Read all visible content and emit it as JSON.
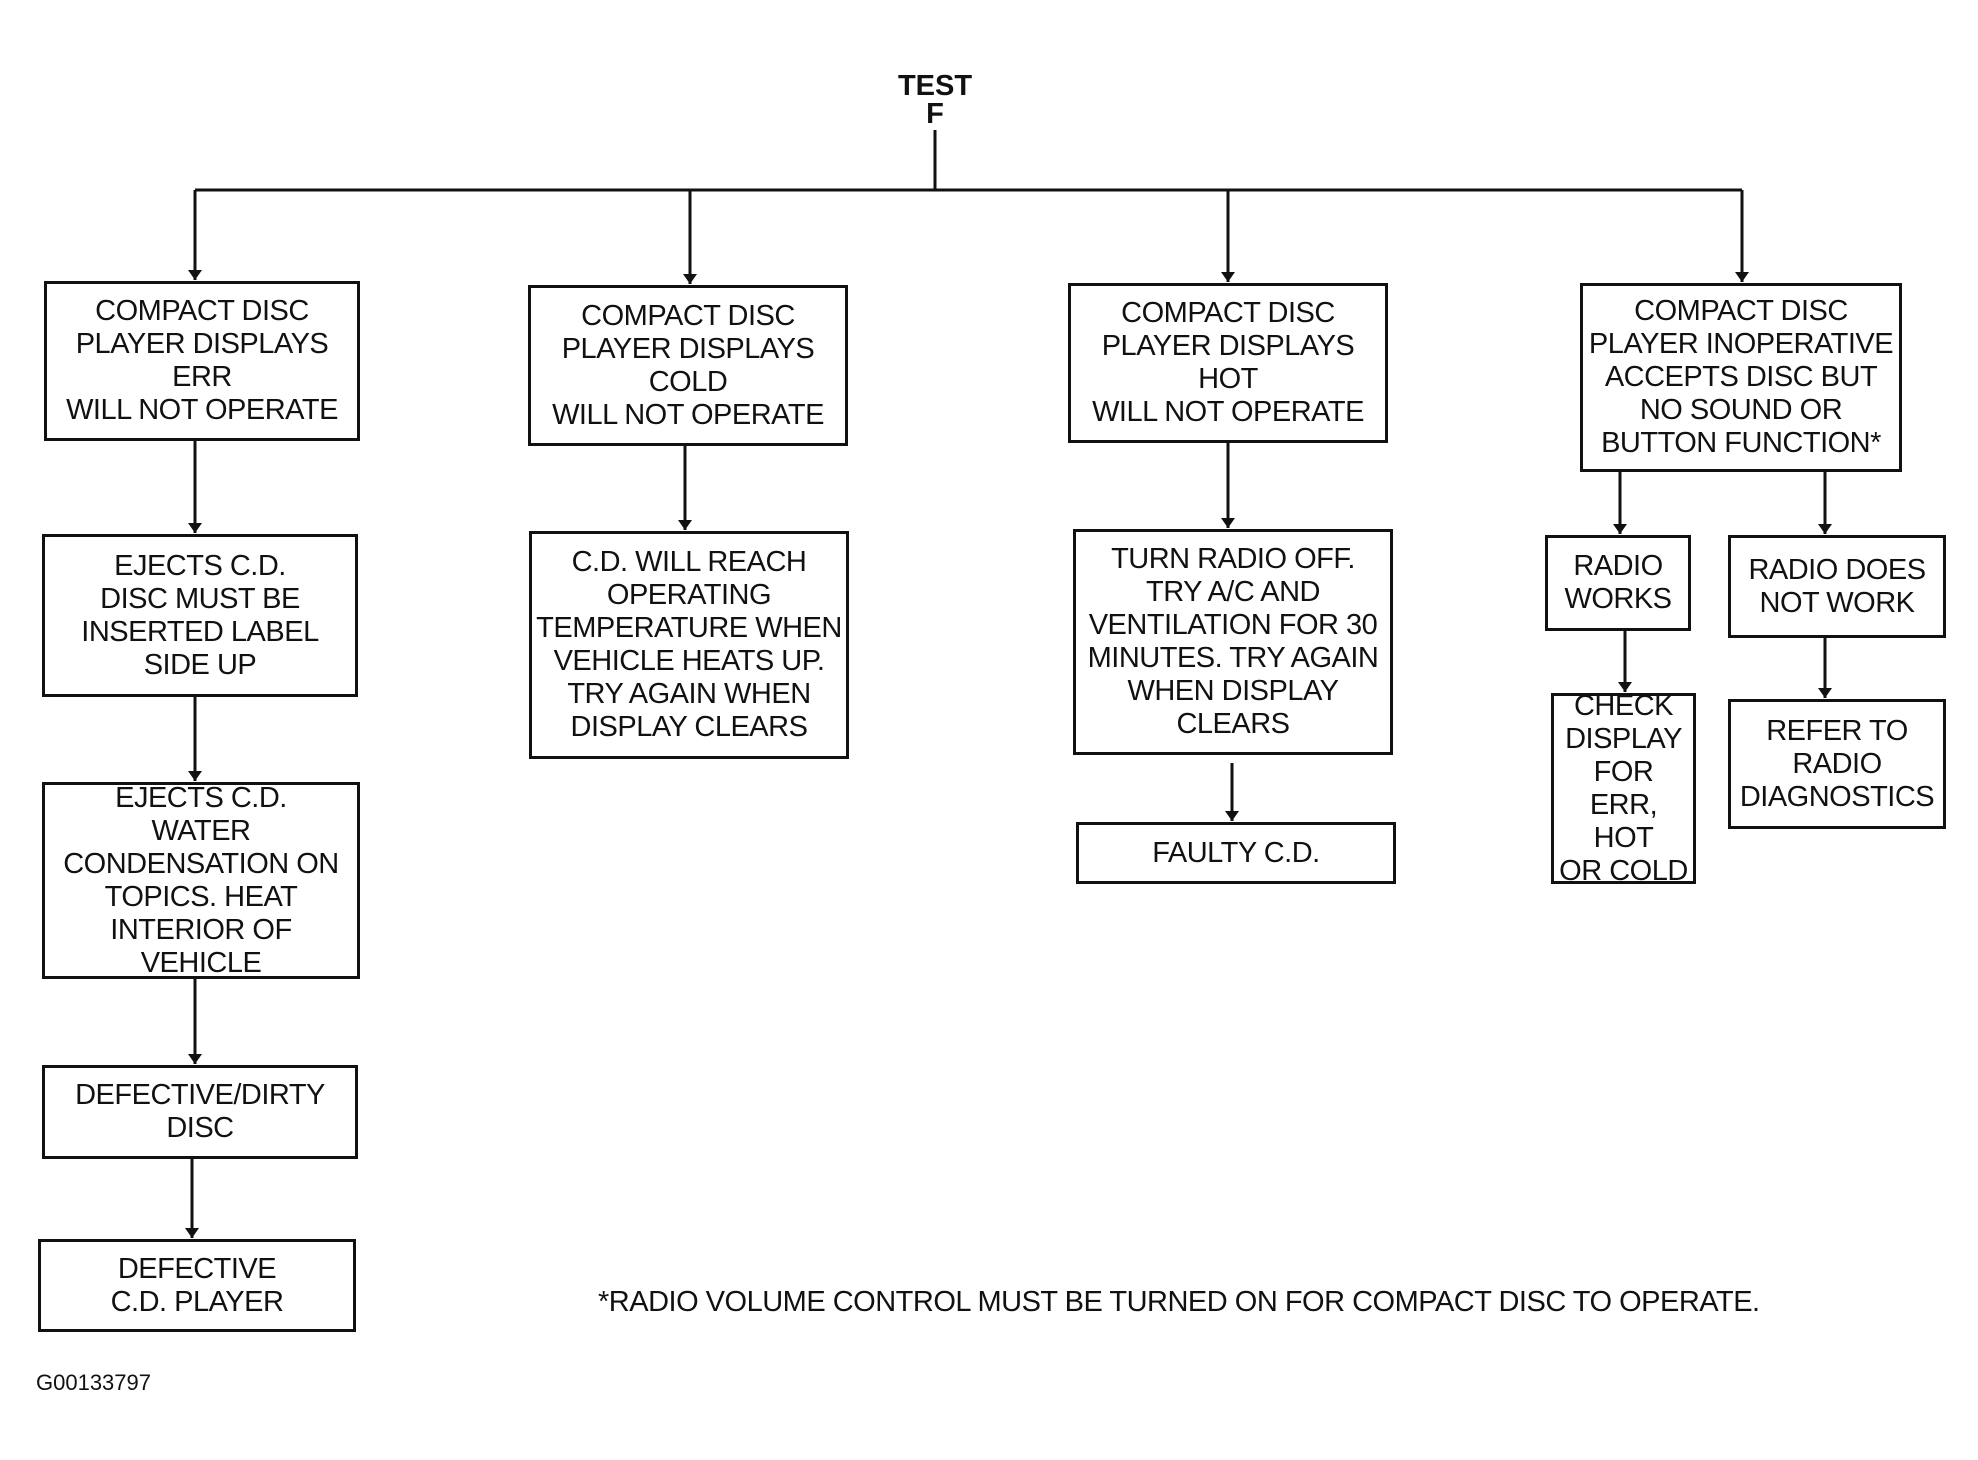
{
  "diagram": {
    "title": "TEST\nF",
    "nodes": {
      "c1_top": "COMPACT DISC\nPLAYER DISPLAYS\nERR\nWILL NOT OPERATE",
      "c1_n2": "EJECTS C.D.\nDISC MUST BE\nINSERTED LABEL\nSIDE UP",
      "c1_n3": "EJECTS C.D.\nWATER\nCONDENSATION ON\nTOPICS. HEAT\nINTERIOR OF VEHICLE",
      "c1_n4": "DEFECTIVE/DIRTY\nDISC",
      "c1_n5": "DEFECTIVE\nC.D. PLAYER",
      "c2_top": "COMPACT DISC\nPLAYER DISPLAYS\nCOLD\nWILL NOT OPERATE",
      "c2_n2": "C.D. WILL REACH\nOPERATING\nTEMPERATURE WHEN\nVEHICLE HEATS UP.\nTRY AGAIN WHEN\nDISPLAY CLEARS",
      "c3_top": "COMPACT DISC\nPLAYER DISPLAYS\nHOT\nWILL NOT OPERATE",
      "c3_n2": "TURN RADIO OFF.\nTRY A/C AND\nVENTILATION FOR 30\nMINUTES. TRY AGAIN\nWHEN DISPLAY\nCLEARS",
      "c3_n3": "FAULTY C.D.",
      "c4_top": "COMPACT DISC\nPLAYER INOPERATIVE\nACCEPTS DISC BUT\nNO SOUND OR\nBUTTON FUNCTION*",
      "c4_left": "RADIO\nWORKS",
      "c4_left_n2": "CHECK\nDISPLAY\nFOR\nERR, HOT\nOR COLD",
      "c4_right": "RADIO DOES\nNOT WORK",
      "c4_right_n2": "REFER TO\nRADIO\nDIAGNOSTICS"
    },
    "footnote": "*RADIO VOLUME CONTROL MUST BE TURNED ON FOR COMPACT DISC TO OPERATE.",
    "figure_id": "G00133797"
  }
}
